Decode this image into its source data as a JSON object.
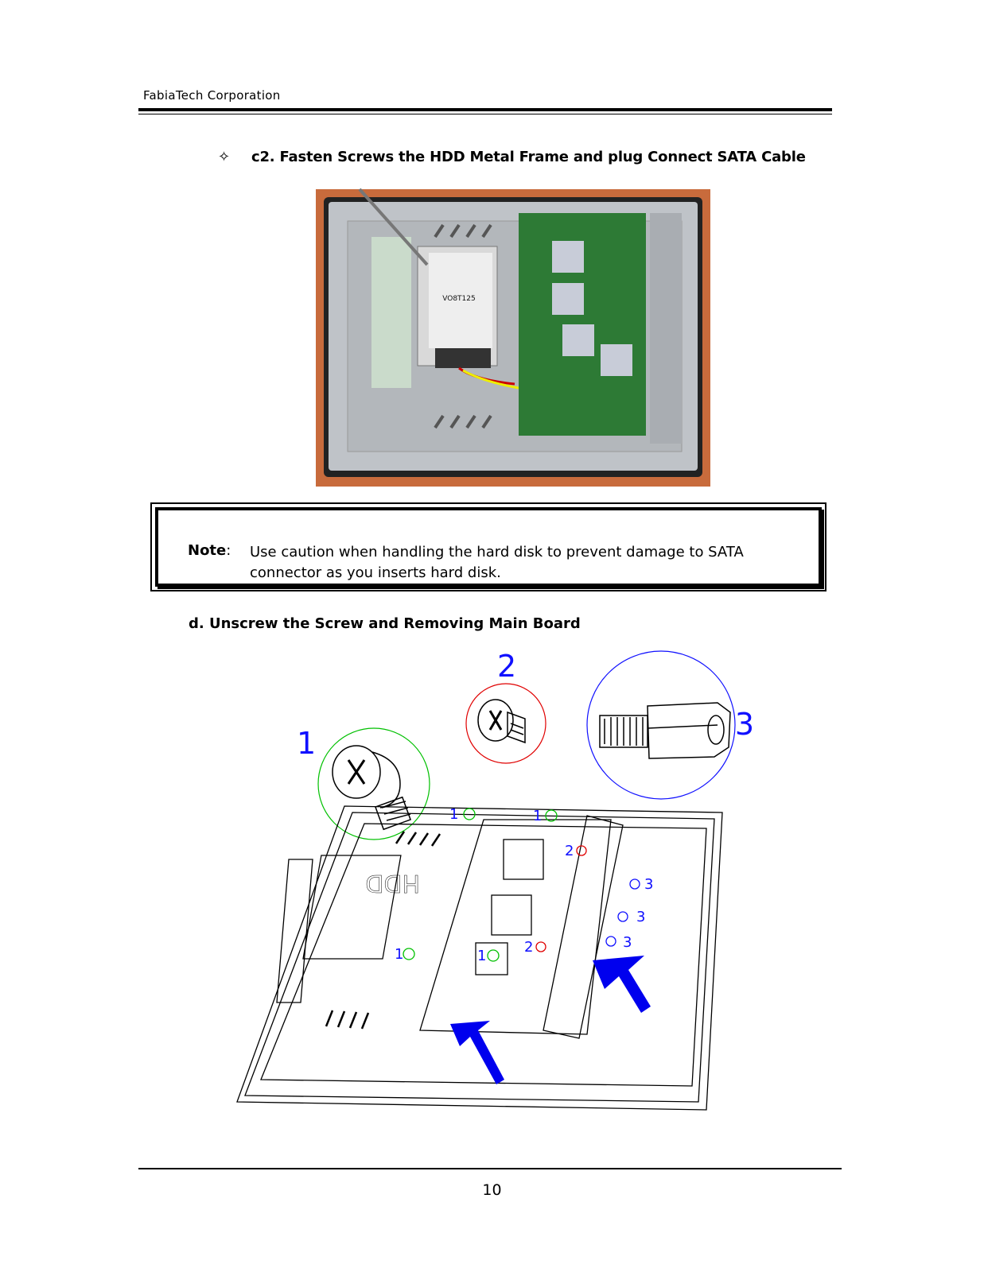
{
  "header": {
    "company": "FabiaTech Corporation"
  },
  "step_c2": {
    "bullet": "✧",
    "title": "c2. Fasten Screws the HDD Metal Frame and plug Connect SATA Cable"
  },
  "photo": {
    "hdd_label": "VO8T125"
  },
  "note": {
    "label": "Note",
    "separator": ":",
    "text": "Use caution when handling the hard disk to prevent damage to SATA connector as you inserts hard disk."
  },
  "step_d": {
    "title": "d. Unscrew the Screw and Removing Main Board"
  },
  "diagram": {
    "callout_1": "1",
    "callout_2": "2",
    "callout_3": "3",
    "hdd_text": "HDD",
    "marker_1": "1",
    "marker_2": "2",
    "marker_3": "3",
    "colors": {
      "screw1": "#00c000",
      "screw2": "#e00000",
      "standoff3": "#1010ff",
      "arrow": "#0000ee"
    }
  },
  "footer": {
    "page_number": "10"
  }
}
